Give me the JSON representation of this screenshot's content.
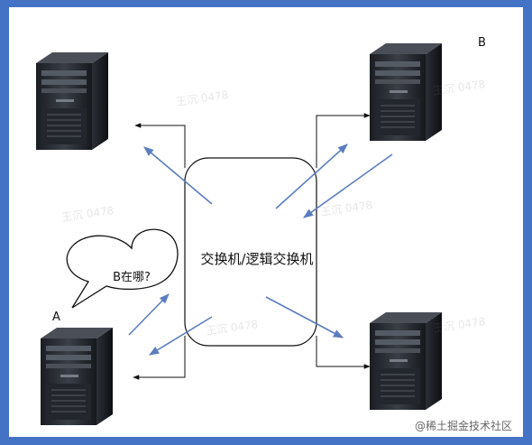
{
  "labels": {
    "node_a": "A",
    "node_b": "B",
    "switch": "交换机/逻辑交换机",
    "bubble": "B在哪?"
  },
  "watermark": "王沉 0478",
  "credit": "@稀土掘金技术社区",
  "colors": {
    "frame_border": "#4472c4",
    "signal_arrow": "#5b7dbf",
    "link_line": "#111111"
  }
}
